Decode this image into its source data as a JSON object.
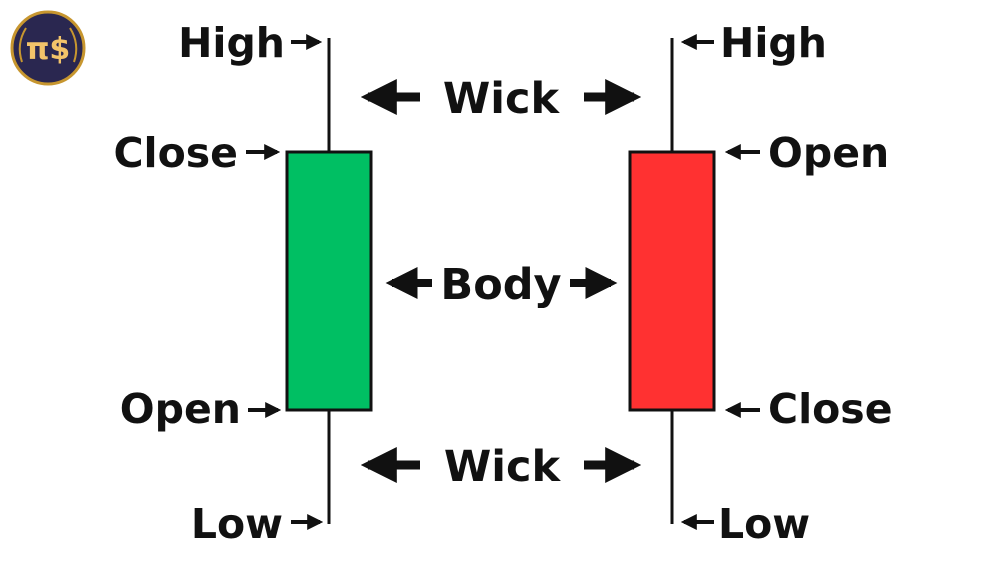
{
  "logo": {
    "text": "π$",
    "bg": "#2a2750",
    "ring": "#c7962f",
    "glyph": "#f3c46a"
  },
  "colors": {
    "bullish_body": "#00bf63",
    "bearish_body": "#ff3131",
    "ink": "#111111"
  },
  "bullish": {
    "high": "High",
    "close": "Close",
    "open": "Open",
    "low": "Low"
  },
  "bearish": {
    "high": "High",
    "open": "Open",
    "close": "Close",
    "low": "Low"
  },
  "middle": {
    "wick_top": "Wick",
    "body": "Body",
    "wick_bottom": "Wick"
  }
}
